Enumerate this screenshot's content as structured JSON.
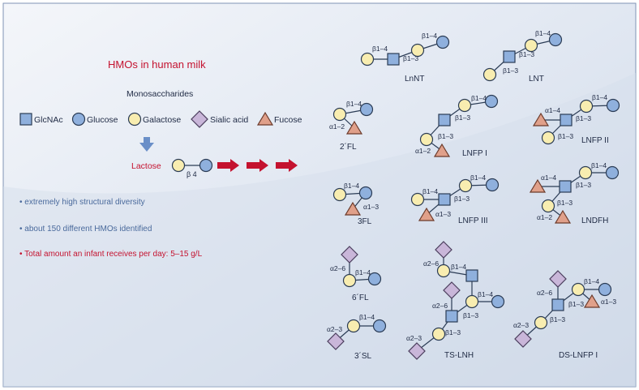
{
  "title": "HMOs in human milk",
  "monosaccharides_heading": "Monosaccharides",
  "legend": {
    "glcnac": "GlcNAc",
    "glucose": "Glucose",
    "galactose": "Galactose",
    "sialic_acid": "Sialic acid",
    "fucose": "Fucose"
  },
  "lactose": {
    "label": "Lactose",
    "bond": "β 4"
  },
  "bullets": [
    "extremely high structural diversity",
    "about 150 different HMOs identified",
    "Total amount an infant receives per day: 5–15 g/L"
  ],
  "structures": {
    "lnnt": {
      "name": "LnNT",
      "links": [
        "β1–4",
        "β1–4",
        "β1–3"
      ]
    },
    "lnt": {
      "name": "LNT",
      "links": [
        "β1–4",
        "β1–3",
        "β1–3"
      ]
    },
    "fl2": {
      "name": "2´FL",
      "links": [
        "β1–4",
        "α1–2"
      ]
    },
    "lnfp1": {
      "name": "LNFP I",
      "links": [
        "β1–4",
        "β1–3",
        "β1–3",
        "α1–2"
      ]
    },
    "lnfp2": {
      "name": "LNFP II",
      "links": [
        "α1–4",
        "β1–4",
        "β1–3",
        "β1–3"
      ]
    },
    "fl3": {
      "name": "3FL",
      "links": [
        "β1–4",
        "α1–3"
      ]
    },
    "lnfp3": {
      "name": "LNFP III",
      "links": [
        "β1–4",
        "β1–4",
        "β1–3",
        "α1–3"
      ]
    },
    "lndfh": {
      "name": "LNDFH",
      "links": [
        "α1–4",
        "β1–4",
        "β1–3",
        "β1–3",
        "α1–2"
      ]
    },
    "sl6": {
      "name": "6´FL",
      "links": [
        "α2–6",
        "β1–4"
      ]
    },
    "tslnh": {
      "name": "TS-LNH",
      "links": [
        "α2–6",
        "β1–4",
        "α2–6",
        "β1–4",
        "β1–3",
        "α2–3",
        "β1–3"
      ]
    },
    "dslnfp1": {
      "name": "DS-LNFP I",
      "links": [
        "α2–6",
        "β1–4",
        "α1–3",
        "β1–3",
        "α2–3",
        "β1–3"
      ]
    },
    "sl3": {
      "name": "3´SL",
      "links": [
        "β1–4",
        "α2–3"
      ]
    }
  },
  "colors": {
    "glcnac": "#8fb0dd",
    "glucose": "#8fb0dd",
    "galactose": "#f8edb0",
    "sialic_acid": "#c9b6d9",
    "fucose": "#e0a08a",
    "arrow": "#c4122f",
    "down_arrow": "#6a8fc8",
    "title": "#c4122f"
  },
  "icons": [
    "glcnac-square-icon",
    "glucose-circle-icon",
    "galactose-circle-icon",
    "sialic-acid-diamond-icon",
    "fucose-triangle-icon",
    "down-arrow-icon",
    "right-arrow-icon"
  ]
}
